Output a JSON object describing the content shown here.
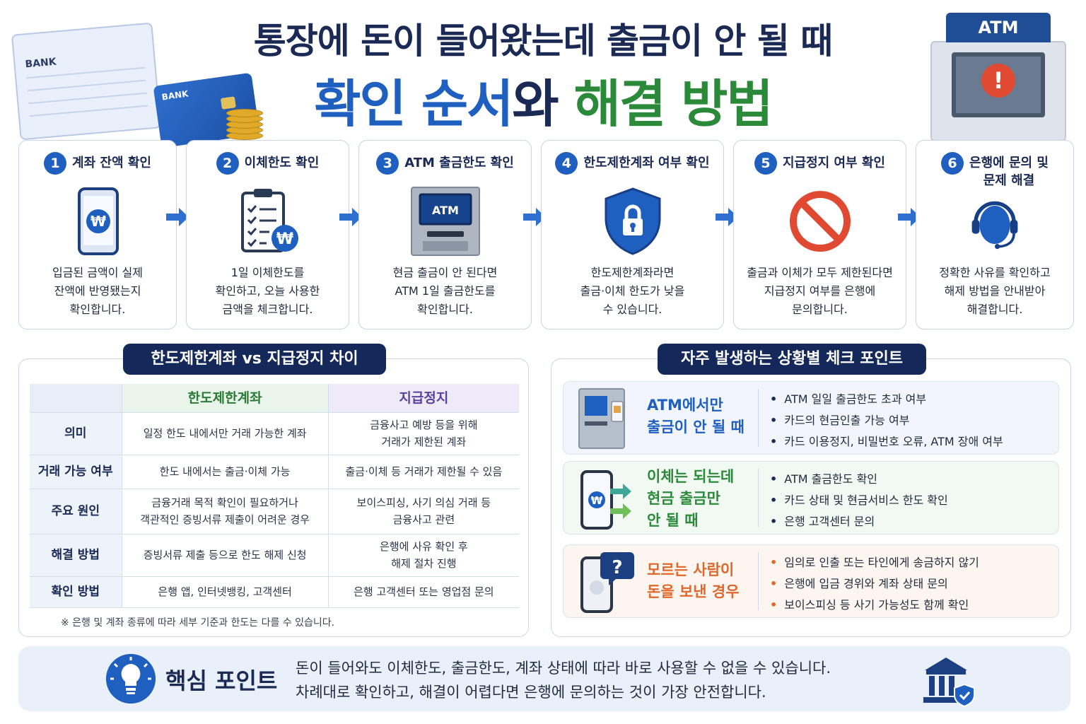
{
  "header": {
    "title_line1": "통장에 돈이 들어왔는데 출금이 안 될 때",
    "title_part1": "확인 순서",
    "title_part2": "와",
    "title_part3": "해결 방법",
    "bankbook_label": "BANK",
    "card_label": "BANK",
    "atm_label": "ATM"
  },
  "steps": [
    {
      "num": "1",
      "title": "계좌 잔액 확인",
      "desc": "입금된 금액이 실제\n잔액에 반영됐는지\n확인합니다.",
      "icon": "phone-won-icon"
    },
    {
      "num": "2",
      "title": "이체한도 확인",
      "desc": "1일 이체한도를\n확인하고, 오늘 사용한\n금액을 체크합니다.",
      "icon": "clipboard-checklist-icon"
    },
    {
      "num": "3",
      "title": "ATM 출금한도 확인",
      "desc": "현금 출금이 안 된다면\nATM 1일 출금한도를\n확인합니다.",
      "icon": "atm-machine-icon",
      "icon_text": "ATM"
    },
    {
      "num": "4",
      "title": "한도제한계좌 여부 확인",
      "desc": "한도제한계좌라면\n출금·이체 한도가 낮을\n수 있습니다.",
      "icon": "shield-lock-icon"
    },
    {
      "num": "5",
      "title": "지급정지 여부 확인",
      "desc": "출금과 이체가 모두 제한된다면\n지급정지 여부를 은행에\n문의합니다.",
      "icon": "prohibited-icon"
    },
    {
      "num": "6",
      "title": "은행에 문의 및\n문제 해결",
      "desc": "정확한 사유를 확인하고\n해제 방법을 안내받아\n해결합니다.",
      "icon": "headset-agent-icon"
    }
  ],
  "comparison": {
    "heading": "한도제한계좌 vs 지급정지 차이",
    "columns": [
      "",
      "한도제한계좌",
      "지급정지"
    ],
    "rows": [
      {
        "label": "의미",
        "limit": "일정 한도 내에서만 거래 가능한 계좌",
        "stop": "금융사고 예방 등을 위해\n거래가 제한된 계좌"
      },
      {
        "label": "거래 가능 여부",
        "limit": "한도 내에서는 출금·이체 가능",
        "stop": "출금·이체 등 거래가 제한될 수 있음"
      },
      {
        "label": "주요 원인",
        "limit": "금융거래 목적 확인이 필요하거나\n객관적인 증빙서류 제출이 어려운 경우",
        "stop": "보이스피싱, 사기 의심 거래 등\n금융사고 관련"
      },
      {
        "label": "해결 방법",
        "limit": "증빙서류 제출 등으로 한도 해제 신청",
        "stop": "은행에 사유 확인 후\n해제 절차 진행"
      },
      {
        "label": "확인 방법",
        "limit": "은행 앱, 인터넷뱅킹, 고객센터",
        "stop": "은행 고객센터 또는 영업점 문의"
      }
    ],
    "note": "※ 은행 및 계좌 종류에 따라 세부 기준과 한도는 다를 수 있습니다."
  },
  "situations": {
    "heading": "자주 발생하는 상황별 체크 포인트",
    "cards": [
      {
        "title": "ATM에서만\n출금이 안 될 때",
        "icon": "atm-card-icon",
        "color": "#1f5fbf",
        "points": [
          "ATM 일일 출금한도 초과 여부",
          "카드의 현금인출 가능 여부",
          "카드 이용정지, 비밀번호 오류, ATM 장애 여부"
        ]
      },
      {
        "title": "이체는 되는데\n현금 출금만\n안 될 때",
        "icon": "phone-transfer-icon",
        "color": "#2b8a3a",
        "points": [
          "ATM 출금한도 확인",
          "카드 상태 및 현금서비스 한도 확인",
          "은행 고객센터 문의"
        ]
      },
      {
        "title": "모르는 사람이\n돈을 보낸 경우",
        "icon": "phone-question-icon",
        "color": "#e0672a",
        "points": [
          "임의로 인출 또는 타인에게 송금하지 않기",
          "은행에 입금 경위와 계좌 상태 문의",
          "보이스피싱 등 사기 가능성도 함께 확인"
        ]
      }
    ]
  },
  "key_point": {
    "label": "핵심 포인트",
    "line1": "돈이 들어와도 이체한도, 출금한도, 계좌 상태에 따라 바로 사용할 수 없을 수 있습니다.",
    "line2": "차례대로 확인하고, 해결이 어렵다면 은행에 문의하는 것이 가장 안전합니다."
  },
  "colors": {
    "accent_blue": "#1f5fbf",
    "navy": "#14295a",
    "green": "#2b8a3a",
    "orange": "#e0672a",
    "red": "#e14a32"
  }
}
